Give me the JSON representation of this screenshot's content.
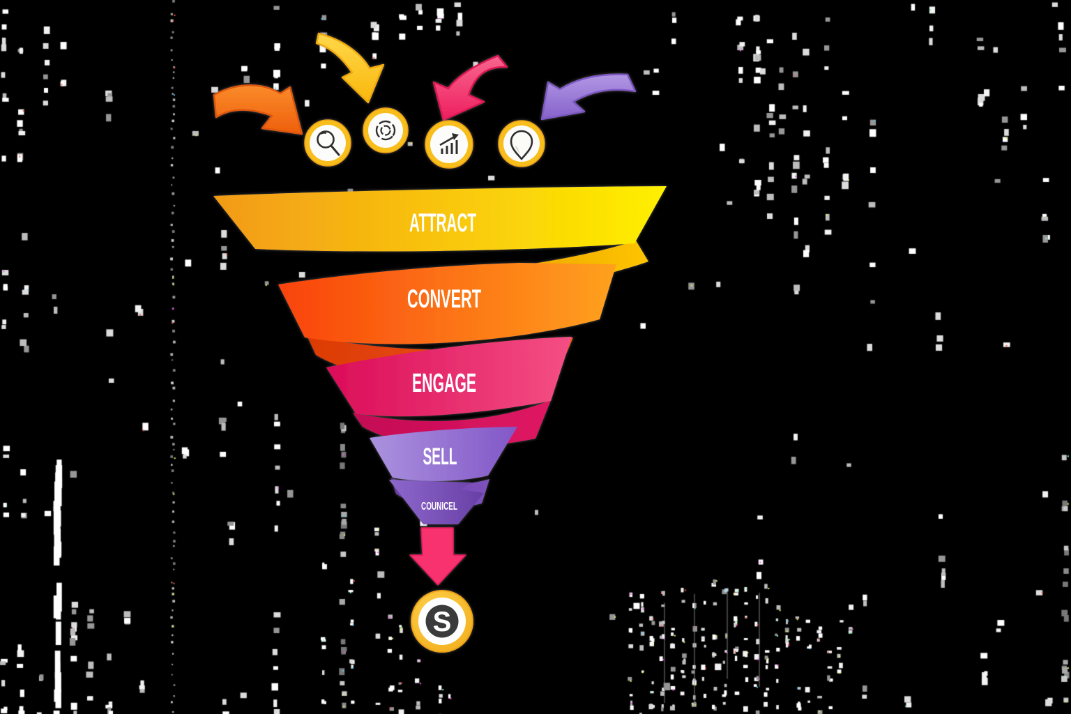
{
  "background": {
    "color": "#000000"
  },
  "funnel": {
    "stages": [
      {
        "label": "ATTRACT",
        "color_start": "#F29A18",
        "color_end": "#FFF000"
      },
      {
        "label": "CONVERT",
        "color_start": "#F9430C",
        "color_end": "#FFA11E"
      },
      {
        "label": "ENGAGE",
        "color_start": "#DB0C58",
        "color_end": "#F44F84"
      },
      {
        "label": "SELL",
        "color_start": "#AB92DF",
        "color_end": "#8257C7"
      },
      {
        "label": "COUNICEL",
        "color_start": "#8D68CB",
        "color_end": "#683FA6"
      }
    ]
  },
  "icons": [
    {
      "name": "search"
    },
    {
      "name": "target"
    },
    {
      "name": "growth-chart"
    },
    {
      "name": "location-pin"
    }
  ],
  "arrows": {
    "orange": "#F4711C",
    "yellow": "#FFC91F",
    "pink": "#F5356F",
    "purple": "#9B7BD9"
  },
  "outflow": {
    "down_arrow_color": "#F7306E",
    "coin_symbol": "S",
    "coin_gold": "#F7B71E",
    "coin_core": "#3B3B3B"
  }
}
